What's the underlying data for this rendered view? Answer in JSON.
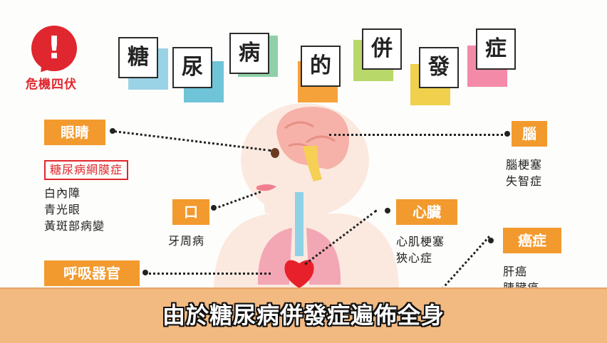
{
  "logo": {
    "mark": "!",
    "text": "危機四伏"
  },
  "title": {
    "chars": [
      "糖",
      "尿",
      "病",
      "的",
      "併",
      "發",
      "症"
    ]
  },
  "colors": {
    "accent": "#f29a2e",
    "brand_red": "#e0262e",
    "ground": "#f2b981"
  },
  "labels": {
    "eye": "眼睛",
    "retina": "糖尿病網膜症",
    "eye_items": [
      "白內障",
      "青光眼",
      "黃斑部病變"
    ],
    "mouth": "口",
    "mouth_items": [
      "牙周病"
    ],
    "respiratory": "呼吸器官",
    "brain": "腦",
    "brain_items": [
      "腦梗塞",
      "失智症"
    ],
    "heart": "心臟",
    "heart_items": [
      "心肌梗塞",
      "狹心症"
    ],
    "cancer": "癌症",
    "cancer_items": [
      "肝癌",
      "胰臟癌"
    ]
  },
  "caption": "由於糖尿病併發症遍佈全身"
}
